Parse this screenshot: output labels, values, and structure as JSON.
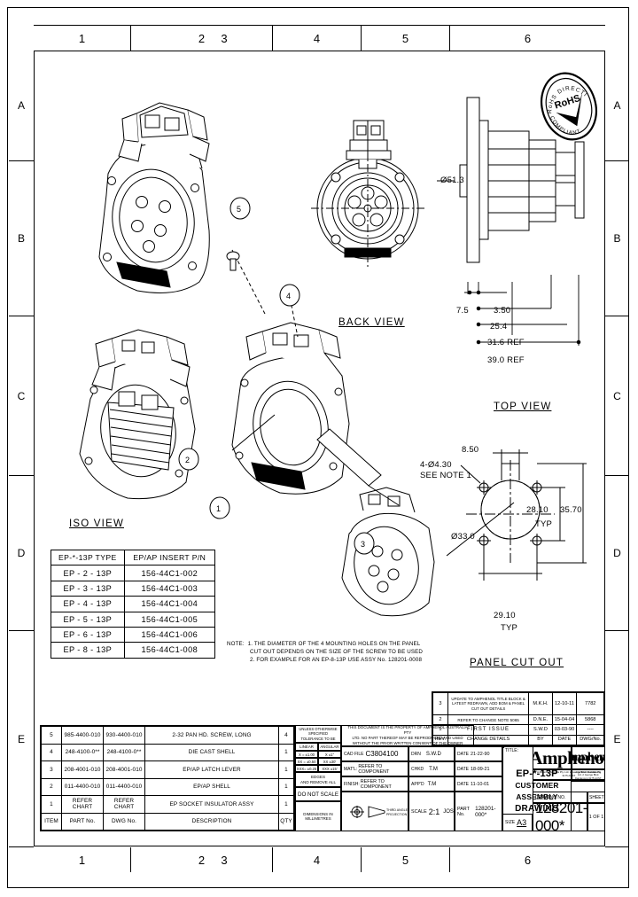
{
  "sheet": {
    "zones_top": [
      "1",
      "2",
      "3",
      "4",
      "5",
      "6"
    ],
    "zones_left": [
      "A",
      "B",
      "C",
      "D",
      "E"
    ],
    "zones_right": [
      "A",
      "B",
      "C",
      "D",
      "E"
    ]
  },
  "views": {
    "iso_view": "ISO VIEW",
    "back_view": "BACK VIEW",
    "top_view": "TOP VIEW",
    "panel_cut_out": "PANEL CUT OUT"
  },
  "callouts": {
    "b1": "1",
    "b2": "2",
    "b3": "3",
    "b4": "4",
    "b5": "5"
  },
  "dimensions": {
    "side_dia": "Ø51.3",
    "d_7_5": "7.5",
    "d_3_50": "3.50",
    "d_25_4": "25.4",
    "d_31_6": "31.6 REF",
    "d_39_0": "39.0 REF",
    "cut_8_50": "8.50",
    "cut_holes": "4-Ø4.30",
    "cut_holes_note": "SEE NOTE 1",
    "cut_dia": "Ø33.0",
    "cut_28_10": "28.10",
    "cut_35_70": "35.70",
    "cut_typ1": "TYP",
    "cut_29_10": "29.10",
    "cut_typ2": "TYP"
  },
  "insert_table": {
    "headers": [
      "EP-*-13P TYPE",
      "EP/AP INSERT P/N"
    ],
    "rows": [
      [
        "EP - 2 - 13P",
        "156-44C1-002"
      ],
      [
        "EP - 3 - 13P",
        "156-44C1-003"
      ],
      [
        "EP - 4 - 13P",
        "156-44C1-004"
      ],
      [
        "EP - 5 - 13P",
        "156-44C1-005"
      ],
      [
        "EP - 6 - 13P",
        "156-44C1-006"
      ],
      [
        "EP - 8 - 13P",
        "156-44C1-008"
      ]
    ]
  },
  "note": {
    "label": "NOTE:",
    "line1": "1. THE DIAMETER OF THE 4 MOUNTING HOLES ON THE PANEL",
    "line2": "CUT OUT DEPENDS ON THE SIZE OF THE SCREW TO BE USED",
    "line3": "2. FOR EXAMPLE FOR AN EP-8-13P USE ASSY No. 128201-0008"
  },
  "bom": {
    "headers": {
      "item": "ITEM",
      "part_no": "PART No.",
      "dwg_no": "DWG No.",
      "description": "DESCRIPTION",
      "qty": "QTY"
    },
    "rows": [
      {
        "item": "5",
        "part_no": "985-4400-010",
        "dwg_no": "930-4400-010",
        "description": "2-32 PAN HD. SCREW, LONG",
        "qty": "4"
      },
      {
        "item": "4",
        "part_no": "248-4100-0**",
        "dwg_no": "248-4100-0**",
        "description": "DIE CAST SHELL",
        "qty": "1"
      },
      {
        "item": "3",
        "part_no": "208-4001-010",
        "dwg_no": "208-4001-010",
        "description": "EP/AP LATCH LEVER",
        "qty": "1"
      },
      {
        "item": "2",
        "part_no": "011-4400-010",
        "dwg_no": "011-4400-010",
        "description": "EP/AP SHELL",
        "qty": "1"
      },
      {
        "item": "1",
        "part_no": "REFER CHART",
        "dwg_no": "REFER CHART",
        "description": "EP SOCKET INSULATOR ASSY",
        "qty": "1"
      }
    ]
  },
  "tolerance": {
    "title_l1": "UNLESS OTHERWISE SPECIFIED",
    "title_l2": "TOLERANCE TO BE",
    "col_linear": "LINEAR",
    "col_angular": "ANGULAR",
    "lin1": "X  =  ±1.00",
    "lin2": "XX =  ±0.50",
    "lin3": "XXX=  ±0.25",
    "ang1": "X   ±1°",
    "ang2": "XX  ±30'",
    "ang3": "XXX ±15'",
    "burrs_l1": "BREAK ALL SHARP EDGES",
    "burrs_l2": "AND REMOVE ALL BURRS",
    "do_not_scale": "DO NOT SCALE",
    "dimensions_in": "DIMENSIONS IN MILLIMETRES",
    "projection": "THIRD ANGLE PROJECTION"
  },
  "proprietary": {
    "l1": "THIS DOCUMENT IS THE PROPERTY OF AMPHENOL AUSTRALIA PTY",
    "l2": "LTD.  NO PART THEREOF MAY BE REPRODUCED AND USED",
    "l3": "WITHOUT THE PRIOR WRITTEN CONSENT OF THE OWNER"
  },
  "titleblock": {
    "cad_file_label": "CAD FILE",
    "cad_file_value": "C3804100",
    "matl_label": "MAT'L:",
    "matl_value": "REFER TO COMPONENT",
    "finish_label": "FINISH:",
    "finish_value": "REFER TO COMPONENT",
    "drn_label": "DRN",
    "drn_value": "S.W.D",
    "chd_label": "CHKD",
    "chd_value": "T.M",
    "appd_label": "APP'D",
    "appd_value": "T.M",
    "date1_label": "DATE",
    "date1_value": "21-22-90",
    "date2_label": "DATE",
    "date2_value": "18-09-21",
    "date3_label": "DATE",
    "date3_value": "11-10-01",
    "title_label": "TITLE:",
    "title_l1": "EP-*-13P",
    "title_l2": "CUSTOMER ASSEMBLY",
    "title_l3": "DRAWING",
    "scale_label": "SCALE",
    "scale_value": "2:1",
    "scale_extra": "JOS",
    "part_no_label": "PART No.",
    "part_no_value": "128201-000*",
    "size_label": "SIZE",
    "size_value": "A3",
    "dwg_no_label": "DRAWING NO.",
    "dwg_no_value": "128201-000*",
    "sheet_label": "SHEET",
    "sheet_value": "1 OF 1",
    "company": "Amphenol",
    "company_sub": "Amphenol Australia Pty. Ltd. 2 George Blvd. Dandenong 3175 AUST."
  },
  "revisions": {
    "headers": [
      "REV.",
      "CHANGE DETAILS",
      "BY",
      "DATE",
      "DWG/No."
    ],
    "rows": [
      {
        "rev": "3",
        "details": "UPDATE TO AMPHENOL TITLE BLOCK & LATEST REDRAWN, ADD BOM & PANEL CUT OUT DETAILS",
        "by": "M.K.H.",
        "date": "12-10-11",
        "dwg": "7782"
      },
      {
        "rev": "2",
        "details": "REFER TO CHANGE NOTE 5065",
        "by": "D.N.E.",
        "date": "15-04-04",
        "dwg": "5868"
      },
      {
        "rev": "1",
        "details": "FIRST ISSUE",
        "by": "S.W.D",
        "date": "03-03-90",
        "dwg": "----"
      }
    ]
  },
  "rohs": {
    "label": "RoHS",
    "ring_top": "RoHS DIRECTIVE",
    "ring_bottom": "COMPLIANT"
  }
}
